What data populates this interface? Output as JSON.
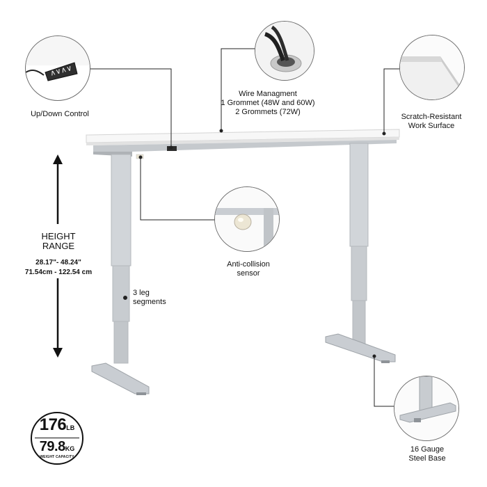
{
  "labels": {
    "updown": "Up/Down Control",
    "wire_title": "Wire Managment",
    "wire_line2": "1 Grommet (48W and 60W)",
    "wire_line3": "2 Grommets (72W)",
    "surface_line1": "Scratch-Resistant",
    "surface_line2": "Work Surface",
    "height_line1": "HEIGHT",
    "height_line2": "RANGE",
    "height_in": "28.17\"- 48.24\"",
    "height_cm": "71.54cm - 122.54 cm",
    "sensor_line1": "Anti-collision",
    "sensor_line2": "sensor",
    "leg_line1": "3 leg",
    "leg_line2": "segments",
    "base_line1": "16 Gauge",
    "base_line2": "Steel Base"
  },
  "capacity": {
    "lb_value": "176",
    "lb_unit": "LB",
    "kg_value": "79.8",
    "kg_unit": "KG",
    "caption": "WEIGHT CAPACITY"
  },
  "colors": {
    "frame": "#c9cdd2",
    "frame_shadow": "#9ea3a8",
    "desktop": "#f4f4f4",
    "line": "#222222"
  }
}
